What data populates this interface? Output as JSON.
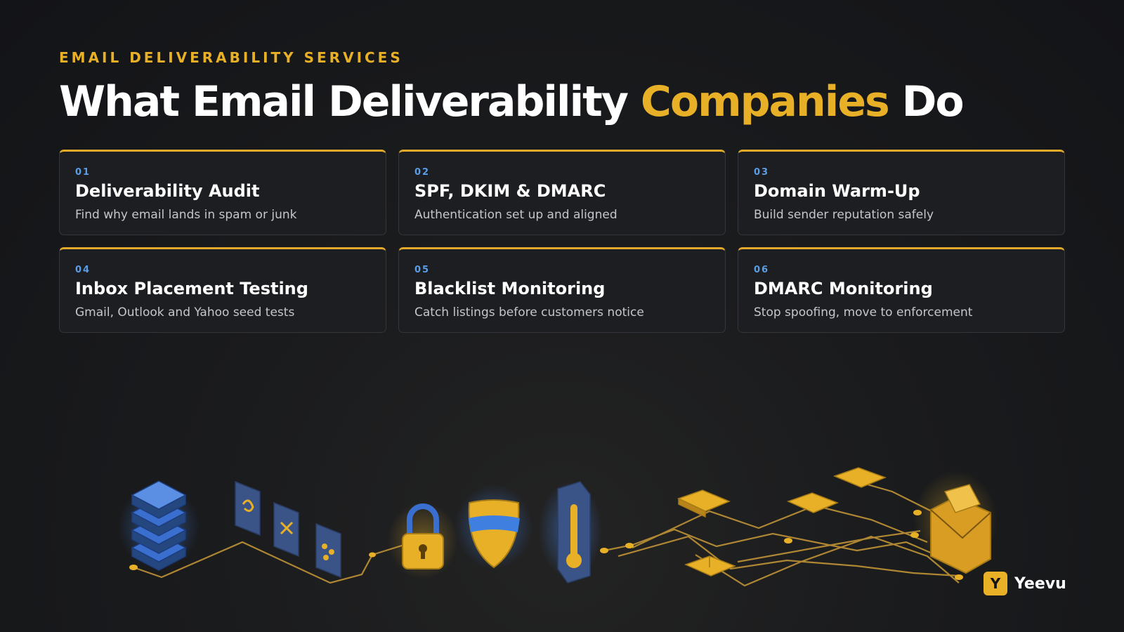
{
  "header": {
    "eyebrow": "EMAIL DELIVERABILITY SERVICES",
    "title_before": "What Email Deliverability ",
    "title_accent": "Companies",
    "title_after": " Do"
  },
  "services": [
    {
      "num": "01",
      "title": "Deliverability Audit",
      "desc": "Find why email lands in spam or junk"
    },
    {
      "num": "02",
      "title": "SPF, DKIM & DMARC",
      "desc": "Authentication set up and aligned"
    },
    {
      "num": "03",
      "title": "Domain Warm-Up",
      "desc": "Build sender reputation safely"
    },
    {
      "num": "04",
      "title": "Inbox Placement Testing",
      "desc": "Gmail, Outlook and Yahoo seed tests"
    },
    {
      "num": "05",
      "title": "Blacklist Monitoring",
      "desc": "Catch listings before customers notice"
    },
    {
      "num": "06",
      "title": "DMARC Monitoring",
      "desc": "Stop spoofing, move to enforcement"
    }
  ],
  "brand": {
    "badge": "Y",
    "name": "Yeevu"
  },
  "colors": {
    "accent": "#e8b027",
    "number": "#5b9ee8",
    "card_bg": "#1d1e22",
    "background": "#16171a"
  },
  "icons": [
    "server-stack-icon",
    "document-icon",
    "padlock-icon",
    "shield-icon",
    "thermometer-icon",
    "envelope-icon"
  ]
}
